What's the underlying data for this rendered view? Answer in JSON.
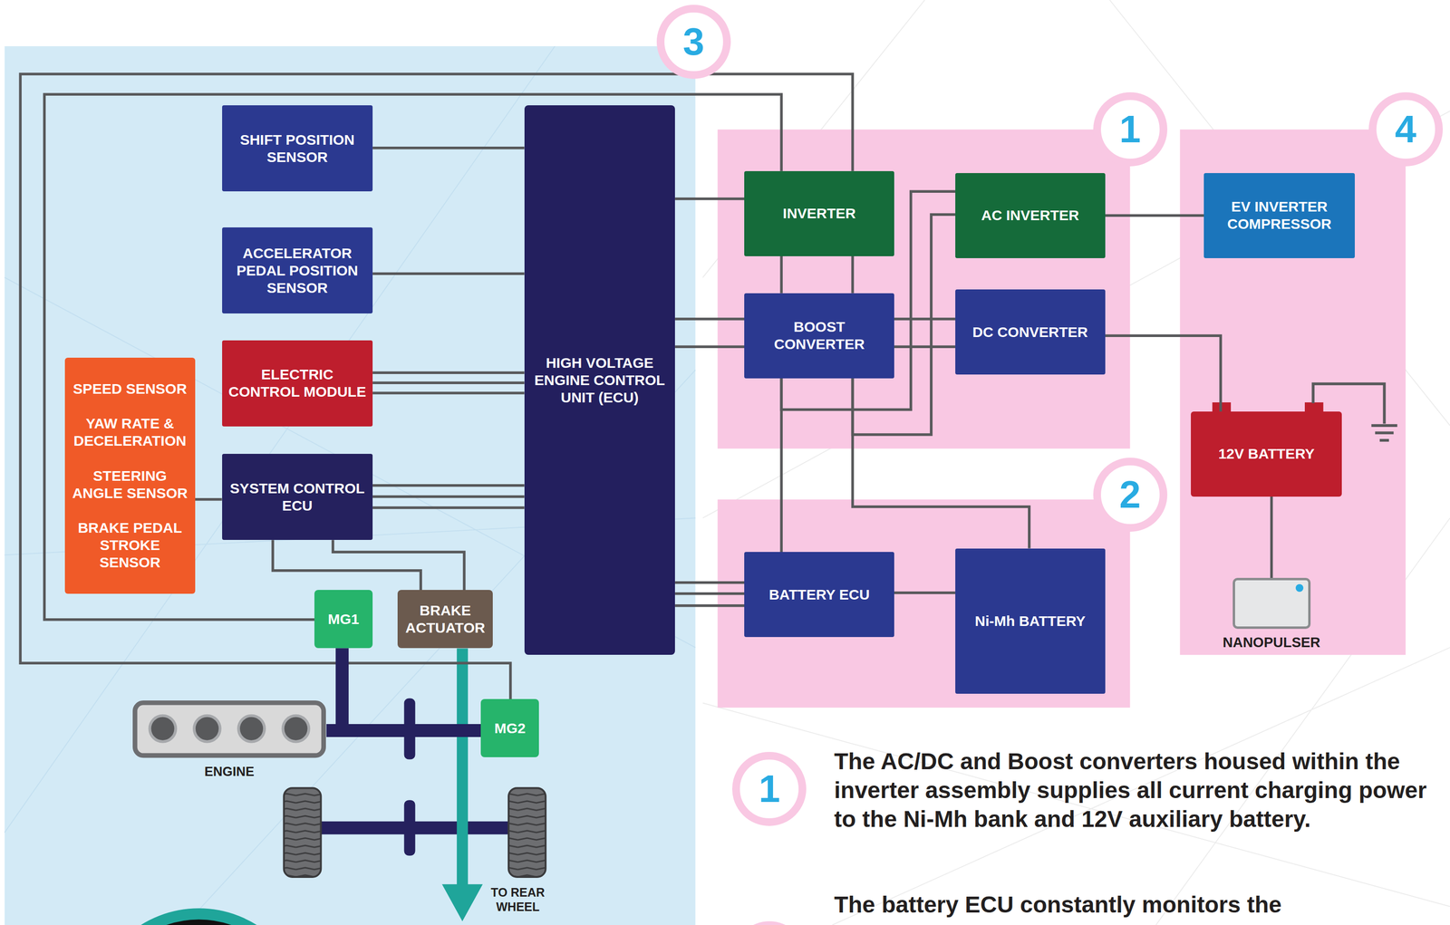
{
  "diagram": {
    "nodes": [
      {
        "text": [
          "3"
        ]
      },
      {
        "text": [
          "SHIFT POSITION SENSOR"
        ],
        "in": 0
      },
      {
        "text": [
          "ACCELERATOR PEDAL POSITION SENSOR"
        ],
        "in": 0
      },
      {
        "text": [
          "SPEED SENSOR",
          "YAW RATE & DECELERATION",
          "STEERING ANGLE SENSOR",
          "BRAKE PEDAL STROKE SENSOR"
        ],
        "in": 0
      },
      {
        "text": [
          "ELECTRIC CONTROL MODULE"
        ],
        "in": 0
      },
      {
        "text": [
          "SYSTEM CONTROL ECU"
        ],
        "in": 0
      },
      {
        "text": [
          "HIGH VOLTAGE ENGINE CONTROL UNIT (ECU)"
        ],
        "in": 0
      },
      {
        "text": [
          "MG1"
        ],
        "in": 0
      },
      {
        "text": [
          "BRAKE ACTUATOR"
        ],
        "in": 0
      },
      {
        "text": [
          "MG2"
        ],
        "in": 0
      },
      {
        "text": [
          "ENGINE"
        ],
        "in": 0
      },
      {
        "text": [
          "1"
        ]
      },
      {
        "text": [
          "INVERTER"
        ],
        "in": 11
      },
      {
        "text": [
          "AC INVERTER"
        ],
        "in": 11
      },
      {
        "text": [
          "BOOST CONVERTER"
        ],
        "in": 11
      },
      {
        "text": [
          "DC CONVERTER"
        ],
        "in": 11
      },
      {
        "text": [
          "4"
        ]
      },
      {
        "text": [
          "EV INVERTER COMPRESSOR"
        ],
        "in": 16
      },
      {
        "text": [
          "12V BATTERY"
        ],
        "in": 16
      },
      {
        "text": [
          "NANOPULSER"
        ],
        "in": 16
      },
      {
        "text": [
          "2"
        ]
      },
      {
        "text": [
          "BATTERY ECU"
        ],
        "in": 20
      },
      {
        "text": [
          "Ni-Mh BATTERY"
        ],
        "in": 20
      },
      {
        "text": [
          "1"
        ]
      }
    ],
    "edges": [
      {
        "from": 1,
        "to": 6,
        "arrow": "none"
      },
      {
        "from": 2,
        "to": 6,
        "arrow": "none"
      },
      {
        "from": 4,
        "to": 6,
        "arrow": "none"
      },
      {
        "from": 4,
        "to": 6,
        "arrow": "none"
      },
      {
        "from": 4,
        "to": 6,
        "arrow": "none"
      },
      {
        "from": 3,
        "to": 5,
        "arrow": "none"
      },
      {
        "from": 5,
        "to": 6,
        "arrow": "none"
      },
      {
        "from": 5,
        "to": 6,
        "arrow": "none"
      },
      {
        "from": 5,
        "to": 6,
        "arrow": "none"
      },
      {
        "from": 5,
        "to": 8,
        "arrow": "none"
      },
      {
        "from": 5,
        "to": 8,
        "arrow": "none"
      },
      {
        "from": 7,
        "to": 12,
        "arrow": "none"
      },
      {
        "from": 9,
        "to": 12,
        "arrow": "none"
      },
      {
        "from": 6,
        "to": 12,
        "arrow": "none"
      },
      {
        "from": 6,
        "to": 14,
        "arrow": "none"
      },
      {
        "from": 6,
        "to": 14,
        "arrow": "none"
      },
      {
        "from": 6,
        "to": 21,
        "arrow": "none"
      },
      {
        "from": 6,
        "to": 21,
        "arrow": "none"
      },
      {
        "from": 6,
        "to": 21,
        "arrow": "none"
      },
      {
        "from": 12,
        "to": 14,
        "arrow": "none"
      },
      {
        "from": 12,
        "to": 14,
        "arrow": "none"
      },
      {
        "from": 14,
        "to": 21,
        "arrow": "none"
      },
      {
        "from": 14,
        "to": 22,
        "arrow": "none"
      },
      {
        "from": 14,
        "to": 13,
        "arrow": "none"
      },
      {
        "from": 14,
        "to": 13,
        "arrow": "none"
      },
      {
        "from": 14,
        "to": 15,
        "arrow": "none"
      },
      {
        "from": 14,
        "to": 15,
        "arrow": "none"
      },
      {
        "from": 13,
        "to": 17,
        "arrow": "none"
      },
      {
        "from": 15,
        "to": 18,
        "arrow": "none"
      },
      {
        "from": 18,
        "to": 19,
        "arrow": "none"
      },
      {
        "from": 21,
        "to": 22,
        "arrow": "none"
      },
      {
        "from": 7,
        "to": 10,
        "arrow": "none"
      },
      {
        "from": 10,
        "to": 9,
        "arrow": "none"
      }
    ],
    "labels": [
      "TO REAR WHEEL",
      "The AC/DC and Boost converters housed within the inverter assembly supplies all current charging power to the Ni-Mh bank and 12V auxiliary battery.",
      "The battery ECU constantly monitors the"
    ]
  }
}
